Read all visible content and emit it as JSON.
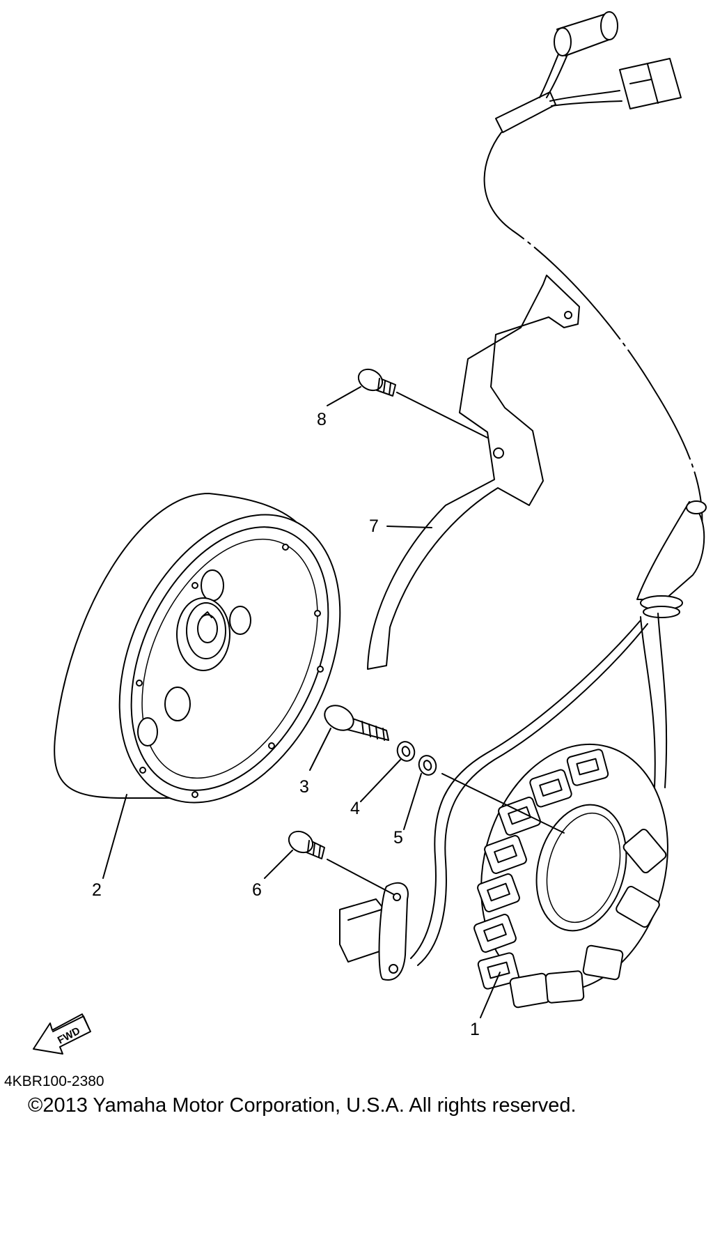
{
  "labels": {
    "p1": "1",
    "p2": "2",
    "p3": "3",
    "p4": "4",
    "p5": "5",
    "p6": "6",
    "p7": "7",
    "p8": "8"
  },
  "fwd_label": "FWD",
  "diagram_code": "4KBR100-2380",
  "copyright": "©2013 Yamaha Motor Corporation, U.S.A. All rights reserved."
}
